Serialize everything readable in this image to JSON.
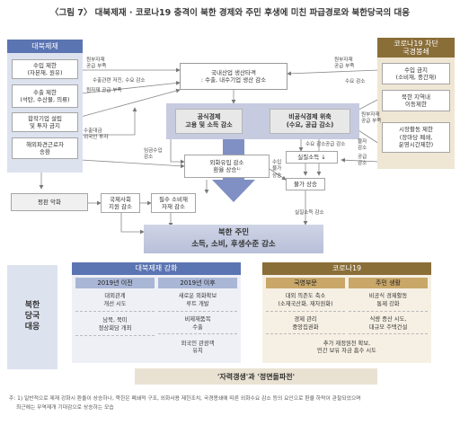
{
  "title": "〈그림 7〉 대북제재 · 코로나19 충격이 북한 경제와 주민 후생에 미친 파급경로와 북한당국의 대응",
  "left_header": "대북제재",
  "right_header": "코로나19 차단\n국경봉쇄",
  "left_boxes": [
    "수입 제한\n(자본재, 원유)",
    "수출 제한\n(석탄, 수산물, 의류)",
    "합작기업 설립\n및 투자 금지",
    "해외파견근로자\n송환"
  ],
  "right_boxes": [
    "수입 금지\n(소비재, 중간재)",
    "북한 지역내\n이동제한",
    "시장활동 제한\n(장마당 폐쇄,\n운영시간제한)"
  ],
  "center": {
    "production": "국내산업 생산타격\n: 수출, 내수기업 생산 감소",
    "official": "공식경제\n고용 및 소득 감소",
    "unofficial": "비공식경제 위축\n(수요, 공급 감소)",
    "fx_inflow": "외화유입 감소\n환율 상승¹⁾",
    "real_income": "실질소득 ↓",
    "prices": "물가 상승",
    "flat_deterioration": "평판 악화",
    "intl_support": "국제사회\n지원 감소",
    "essentials": "필수 소비재\n자재 감소"
  },
  "labels": {
    "l1": "원부자재\n공급 부족",
    "l2": "수출관련 저진, 수요 감소",
    "l3": "원자재 공급 부족",
    "l4": "수출대금\n외국인 투자",
    "l5": "임금수입\n감소",
    "r1": "원부자재\n공급 부족",
    "r2": "수요 감소",
    "r3": "원부자재\n공급 부족",
    "r4": "물자\n감소",
    "r5": "공급\n감소",
    "c1": "수요 감소",
    "c2": "공급 감소",
    "c3": "수입\n물가\n상승",
    "c4": "실질소득 감소"
  },
  "north_korea": "북한 주민\n소득, 소비, 후생수준 감소",
  "response": {
    "side_label": "북한\n당국\n대응",
    "sanctions_header": "대북제재 강화",
    "sanctions_cols": [
      {
        "header": "2019년 이전",
        "items": [
          "대외관계\n개선 시도",
          "남북, 북미\n정상회담 개최"
        ]
      },
      {
        "header": "2019년 이후",
        "items": [
          "새로운 외화확보\n루트 개발",
          "비제재품목\n수출",
          "외국인 관광객\n유치"
        ]
      }
    ],
    "covid_header": "코로나19",
    "covid_cols": [
      {
        "header": "국영부문",
        "items": [
          "대외 의존도 축소\n(소재국산화, 재자원화)",
          "경제 관리\n중앙집권화"
        ]
      },
      {
        "header": "주민 생활",
        "items": [
          "비공식 경제활동\n통제 강화",
          "식량 증산 시도,\n대규모 주택건설"
        ]
      }
    ],
    "covid_bottom": "추가 재정원천 확보,\n민간 보유 자금 흡수 시도",
    "slogan": "'자력갱생'과 '정면돌파전'"
  },
  "footnote_1": "주: 1) 일반적으로 제재 강화시 환율이 상승하나, 북한은 폐쇄적 구조, 외화사용 제한조치, 국경봉쇄에 따른 외화수요 감소 등의 요인으로 환율 하락이 관찰되었으며",
  "footnote_2": "최근에는 무역재개 기대감으로 상승하는 모습"
}
